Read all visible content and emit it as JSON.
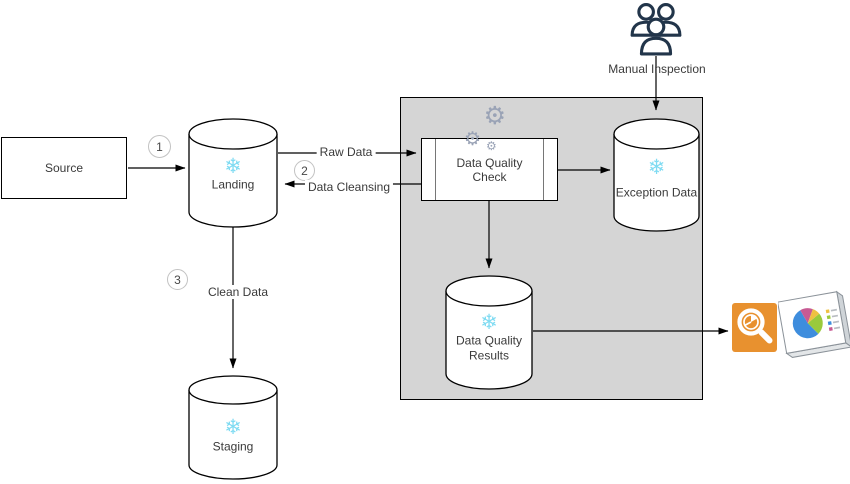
{
  "diagram": {
    "nodes": {
      "source": {
        "label": "Source"
      },
      "landing": {
        "label": "Landing"
      },
      "data_quality_check": {
        "label": "Data Quality Check"
      },
      "exception_data": {
        "label": "Exception Data"
      },
      "data_quality_results": {
        "label": "Data Quality Results"
      },
      "staging": {
        "label": "Staging"
      },
      "manual_inspection": {
        "label": "Manual Inspection"
      }
    },
    "edges": {
      "source_to_landing": {
        "step": "1"
      },
      "raw_data": {
        "label": "Raw Data"
      },
      "data_cleansing": {
        "label": "Data Cleansing",
        "step": "2"
      },
      "clean_data": {
        "label": "Clean Data",
        "step": "3"
      }
    },
    "icons": {
      "snowflake": {
        "name": "snowflake-icon",
        "glyph": "❄",
        "color": "#7FDBF2"
      },
      "people": {
        "name": "people-icon",
        "color": "#22354A"
      },
      "gears": {
        "name": "gears-icon",
        "glyph": "⚙",
        "color": "#9AA3B6"
      },
      "search_pie": {
        "name": "search-pie-icon",
        "background": "#E8912F"
      },
      "report_chart": {
        "name": "report-chart-icon",
        "pie_colors": [
          "#EFC142",
          "#9ACA3C",
          "#3E8DDD",
          "#C75A93"
        ]
      }
    },
    "colors": {
      "container_fill": "#D5D5D5",
      "stroke": "#000000"
    }
  }
}
